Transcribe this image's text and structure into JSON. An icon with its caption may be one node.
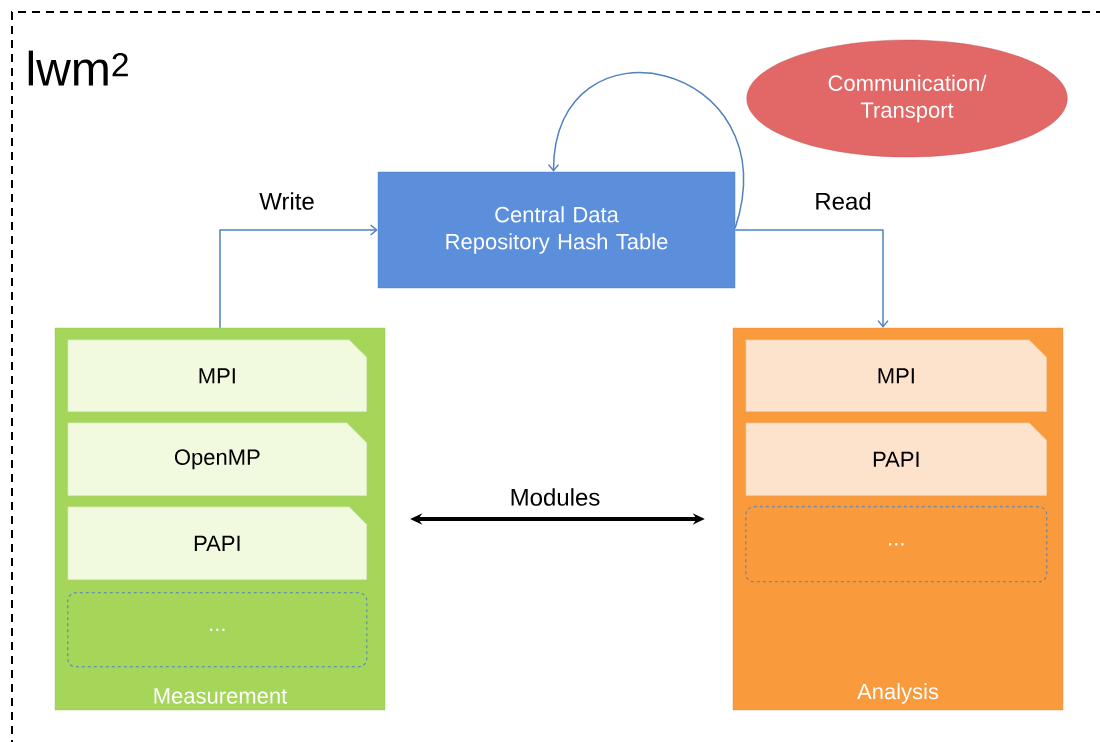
{
  "diagram": {
    "title": "lwm$^{2}$",
    "nodes": [
      {
        "text": [
          "Communication/ Transport"
        ]
      },
      {
        "text": [
          "Central Data Repository Hash Table"
        ]
      },
      {
        "text": [
          "Measurement"
        ]
      },
      {
        "text": [
          "MPI"
        ],
        "in": 2
      },
      {
        "text": [
          "OpenMP"
        ],
        "in": 2
      },
      {
        "text": [
          "PAPI"
        ],
        "in": 2
      },
      {
        "text": [
          "..."
        ],
        "in": 2
      },
      {
        "text": [
          "Analysis"
        ]
      },
      {
        "text": [
          "MPI"
        ],
        "in": 7
      },
      {
        "text": [
          "PAPI"
        ],
        "in": 7
      },
      {
        "text": [
          "..."
        ],
        "in": 7
      }
    ],
    "edges": [
      {
        "from": 2,
        "to": 1,
        "arrow": "to",
        "label": "Write"
      },
      {
        "from": 1,
        "to": 7,
        "arrow": "to",
        "label": "Read"
      },
      {
        "from": 1,
        "to": 1,
        "arrow": "to"
      },
      {
        "from": 2,
        "to": 7,
        "arrow": "both",
        "label": "Modules",
        "style": "thick",
        "color": "#000000"
      }
    ]
  }
}
